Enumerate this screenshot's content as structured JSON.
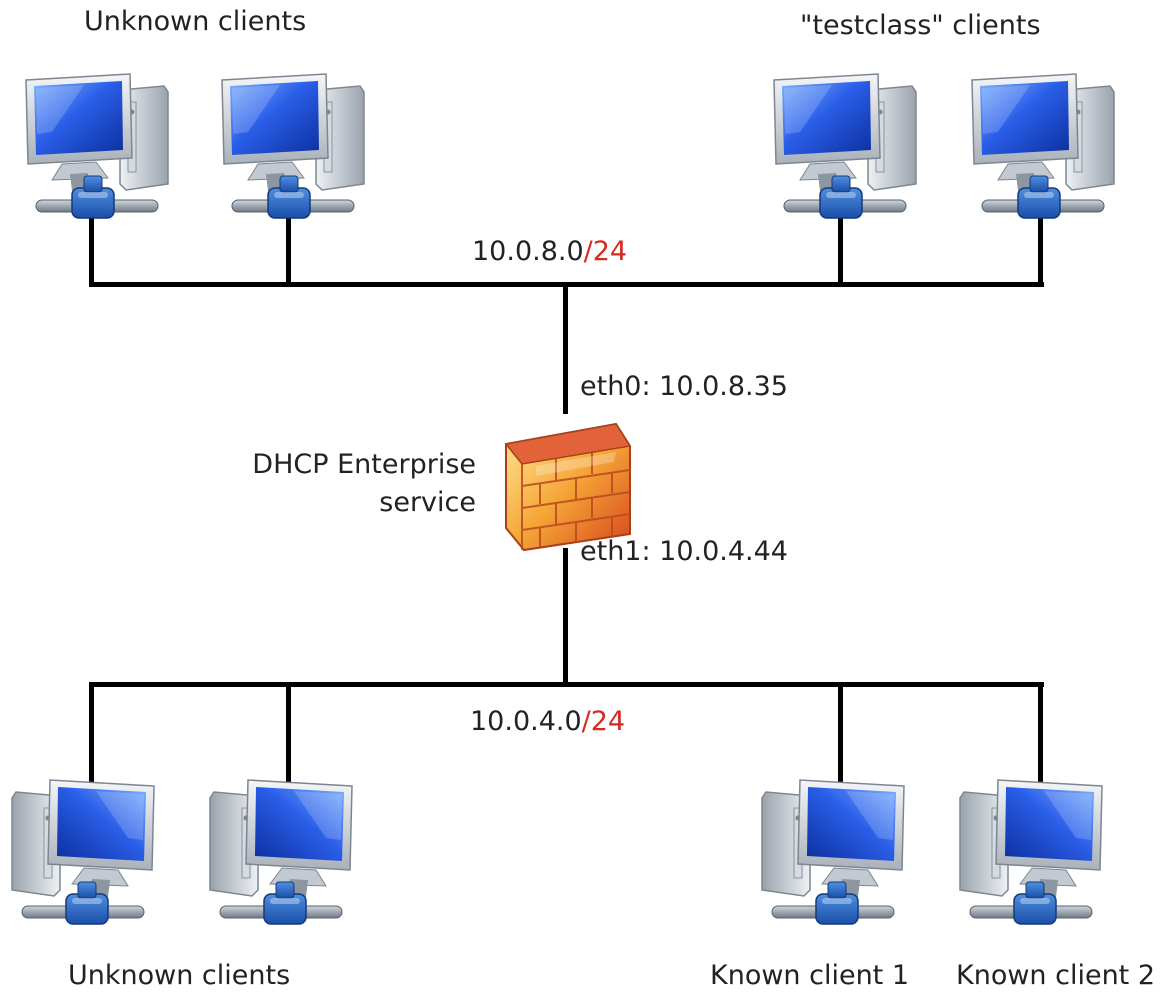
{
  "top_left_group": "Unknown clients",
  "top_right_group": "\"testclass\" clients",
  "bottom_left_group": "Unknown clients",
  "bottom_right_client_1": "Known client 1",
  "bottom_right_client_2": "Known client 2",
  "top_subnet": {
    "network": "10.0.8.0",
    "mask": "/24"
  },
  "bottom_subnet": {
    "network": "10.0.4.0",
    "mask": "/24"
  },
  "eth0": "eth0: 10.0.8.35",
  "eth1": "eth1: 10.0.4.44",
  "service": {
    "line1": "DHCP Enterprise",
    "line2": "service"
  },
  "colors": {
    "mask": "#d42a20",
    "wire": "#000000",
    "monitor": "#1f4fd6",
    "firewall": "#f0a030"
  },
  "icons": {
    "client": "computer-icon",
    "server": "firewall-icon"
  }
}
